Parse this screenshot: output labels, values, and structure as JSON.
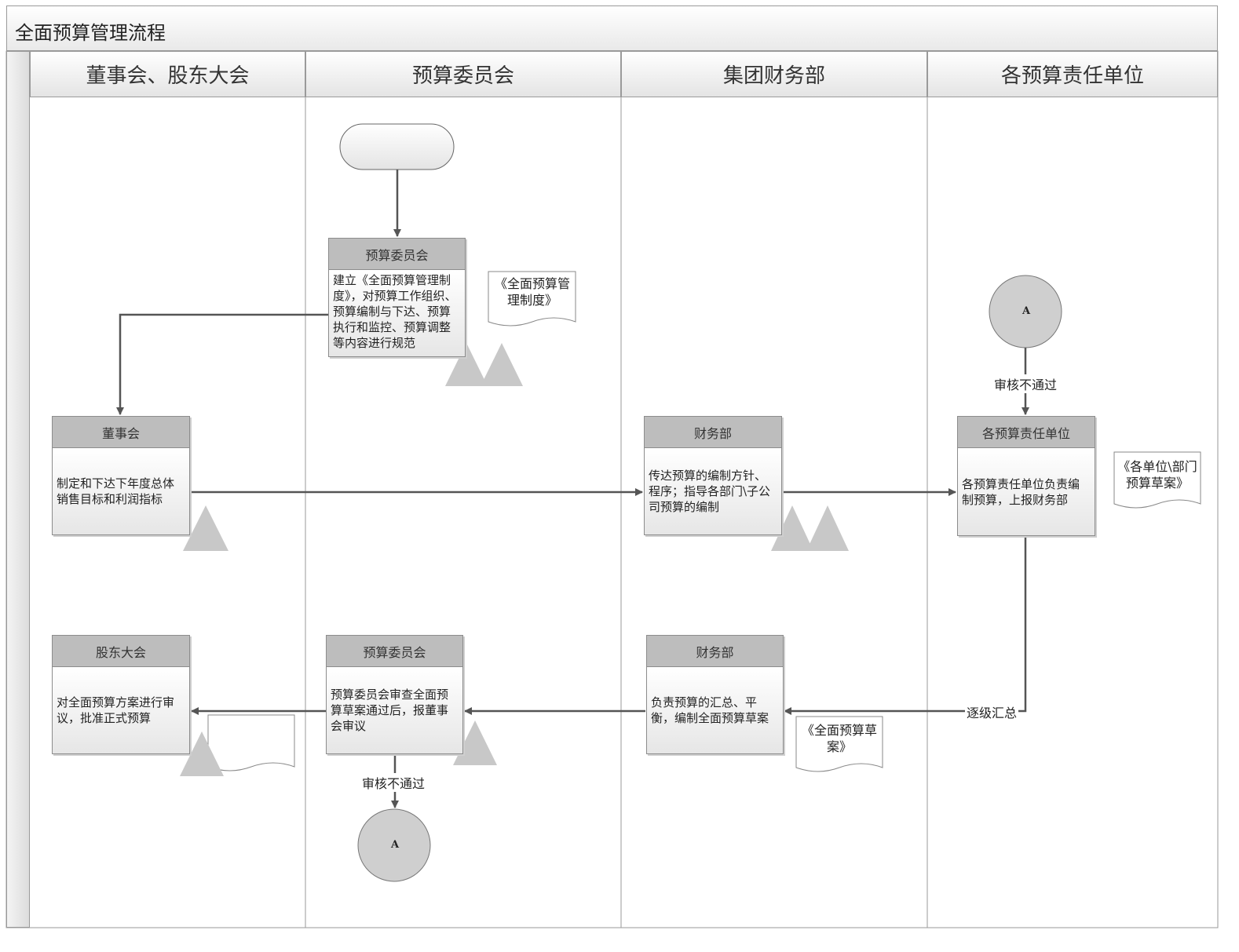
{
  "title": "全面预算管理流程",
  "lanes": [
    "董事会、股东大会",
    "预算委员会",
    "集团财务部",
    "各预算责任单位"
  ],
  "nodes": {
    "committee_setup": {
      "head": "预算委员会",
      "body": "建立《全面预算管理制度》，对预算工作组织、预算编制与下达、预算执行和监控、预算调整等内容进行规范"
    },
    "board_targets": {
      "head": "董事会",
      "body": "制定和下达下年度总体销售目标和利润指标"
    },
    "finance_communicate": {
      "head": "财务部",
      "body": "传达预算的编制方针、程序；指导各部门\\子公司预算的编制"
    },
    "units_prepare": {
      "head": "各预算责任单位",
      "body": "各预算责任单位负责编制预算，上报财务部"
    },
    "finance_summary": {
      "head": "财务部",
      "body": "负责预算的汇总、平衡，编制全面预算草案"
    },
    "committee_review": {
      "head": "预算委员会",
      "body": "预算委员会审查全面预算草案通过后，报董事会审议"
    },
    "shareholders_approve": {
      "head": "股东大会",
      "body": "对全面预算方案进行审议，批准正式预算"
    }
  },
  "documents": {
    "doc_policy": "《全面预算管理制度》",
    "doc_unit_draft": "《各单位\\部门预算草案》",
    "doc_full_draft": "《全面预算草案》"
  },
  "connectors": {
    "top_a": "A",
    "bottom_a": "A"
  },
  "edge_labels": {
    "review_fail_top": "审核不通过",
    "review_fail_bottom": "审核不通过",
    "summary": "逐级汇总"
  }
}
